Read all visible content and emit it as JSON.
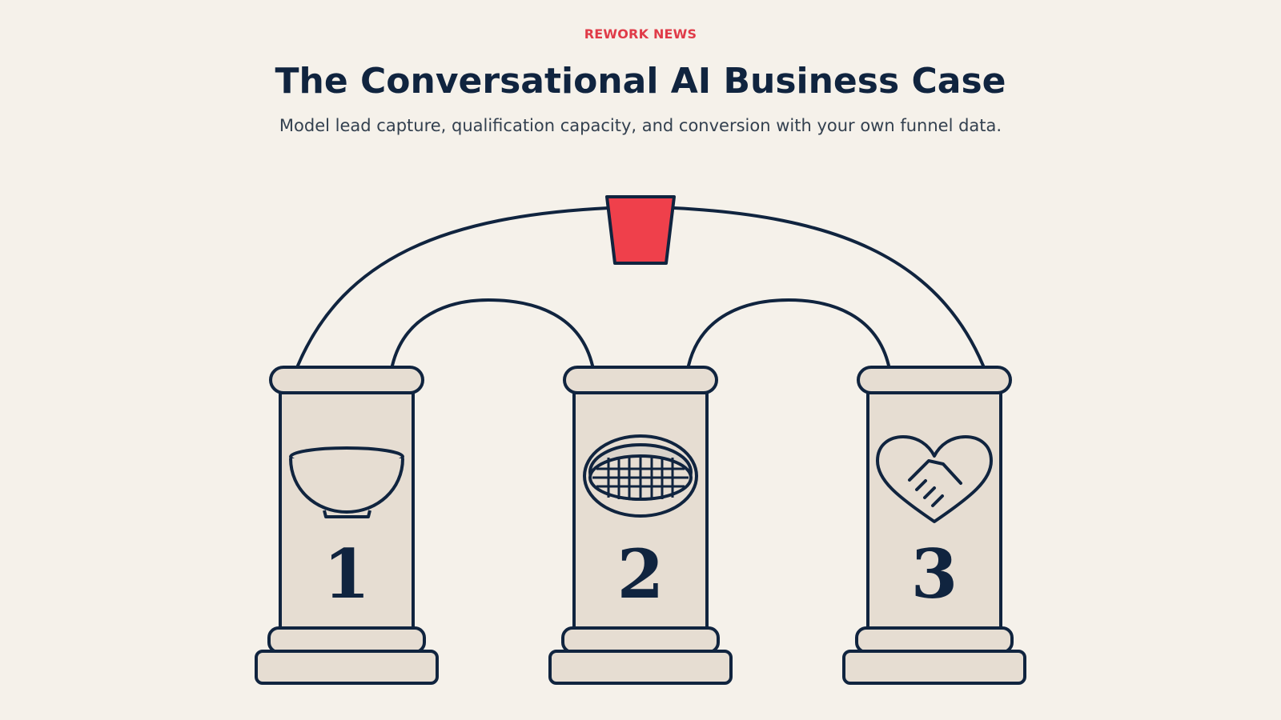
{
  "header": {
    "brand": "REWORK NEWS",
    "title": "The Conversational AI Business Case",
    "subtitle": "Model lead capture, qualification capacity, and conversion with your own funnel data."
  },
  "pillars": [
    {
      "number": "1",
      "icon": "bowl-icon"
    },
    {
      "number": "2",
      "icon": "sieve-icon"
    },
    {
      "number": "3",
      "icon": "heart-handshake-icon"
    }
  ],
  "keystone": {
    "icon": "keystone-icon",
    "color": "#ef404b"
  },
  "colors": {
    "background": "#f5f1ea",
    "ink": "#10243f",
    "accent": "#e03b48",
    "stone": "#e6ddd2"
  }
}
